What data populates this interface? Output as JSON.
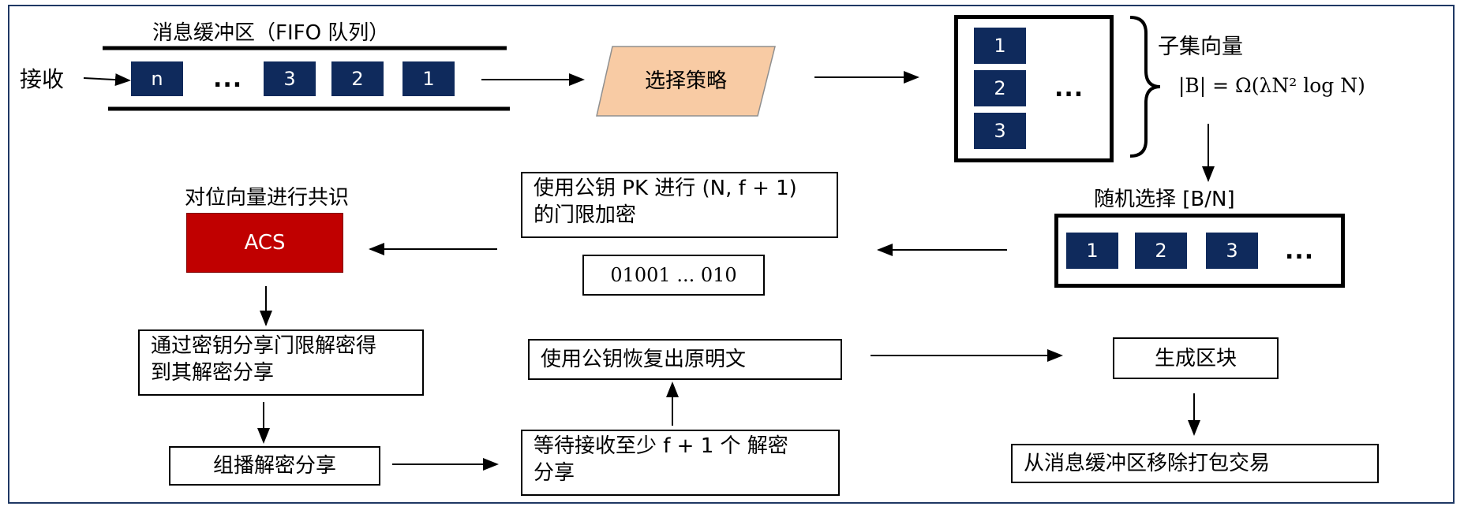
{
  "buffer": {
    "title": "消息缓冲区（FIFO 队列）",
    "receive": "接收",
    "items": [
      "n",
      "...",
      "3",
      "2",
      "1"
    ]
  },
  "strategy": {
    "label": "选择策略",
    "color": "#f8cba4"
  },
  "subset": {
    "items": [
      "1",
      "2",
      "3"
    ],
    "dots": "...",
    "title": "子集向量",
    "formula": "|B| = Ω(λN² log N)"
  },
  "random_select": {
    "label": "随机选择 [B/N]",
    "items": [
      "1",
      "2",
      "3"
    ],
    "dots": "..."
  },
  "encrypt": {
    "line1": "使用公钥 PK 进行 (N, f + 1)",
    "line2": "的门限加密",
    "cipher": "01001 ... 010"
  },
  "acs": {
    "caption": "对位向量进行共识",
    "label": "ACS",
    "color": "#c00000"
  },
  "decrypt_share": {
    "line1": "通过密钥分享门限解密得",
    "line2": "到其解密分享"
  },
  "multicast": {
    "label": "组播解密分享"
  },
  "wait": {
    "line1": "等待接收至少 f + 1 个 解密",
    "line2": "分享"
  },
  "recover": {
    "label": "使用公钥恢复出原明文"
  },
  "block": {
    "label": "生成区块"
  },
  "remove": {
    "label": "从消息缓冲区移除打包交易"
  },
  "colors": {
    "navy": "#0f2a5c",
    "frame": "#1f3864"
  }
}
